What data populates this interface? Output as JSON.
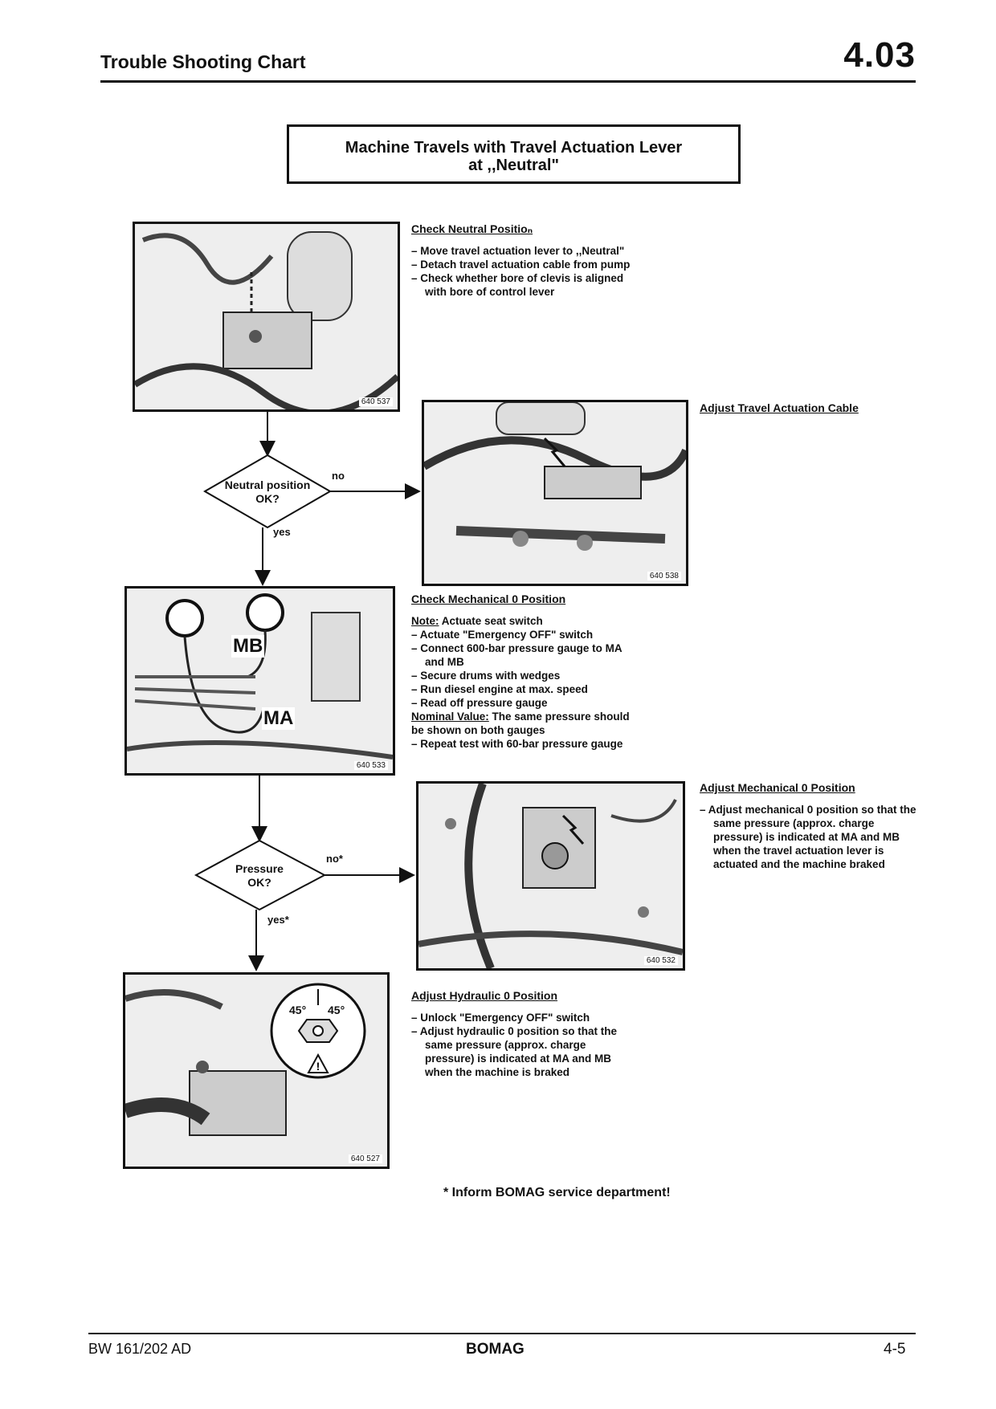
{
  "header": {
    "title": "Trouble Shooting Chart",
    "section_number": "4.03"
  },
  "chart_title": {
    "line1": "Machine Travels with Travel Actuation Lever",
    "line2": "at ,,Neutral\""
  },
  "photos": {
    "p1": "640 537",
    "p2": "640 538",
    "p3": "640 533",
    "p4": "640 532",
    "p5": "640 527"
  },
  "photo_labels": {
    "mb": "MB",
    "ma": "MA",
    "deg_left": "45°",
    "deg_right": "45°"
  },
  "check_neutral": {
    "title": "Check Neutral Positioₙ",
    "items": [
      "Move travel actuation lever to ,,Neutral\"",
      "Detach travel actuation cable from pump",
      "Check whether bore of clevis is aligned with bore of control lever"
    ]
  },
  "adjust_cable": {
    "title": "Adjust Travel Actuation Cable"
  },
  "decision1": {
    "line1": "Neutral position",
    "line2": "OK?",
    "no": "no",
    "yes": "yes"
  },
  "check_mech": {
    "title": "Check Mechanical 0 Position",
    "note_label": "Note:",
    "note_text": "Actuate seat switch",
    "items": [
      "Actuate \"Emergency OFF\" switch",
      "Connect 600-bar pressure gauge to MA and MB",
      "Secure drums with wedges",
      "Run diesel engine at max. speed",
      "Read off pressure gauge"
    ],
    "nominal_label": "Nominal Value:",
    "nominal_text": "The same pressure should be shown on both gauges",
    "items2": [
      "Repeat test with 60-bar pressure gauge"
    ]
  },
  "adjust_mech": {
    "title": "Adjust Mechanical 0 Position",
    "items": [
      "Adjust mechanical 0 position so that the same pressure (approx. charge pressure) is indicated at MA and MB when the travel actuation lever is actuated and the machine braked"
    ]
  },
  "decision2": {
    "line1": "Pressure",
    "line2": "OK?",
    "no": "no*",
    "yes": "yes*"
  },
  "adjust_hyd": {
    "title": "Adjust Hydraulic 0 Position",
    "items": [
      "Unlock \"Emergency OFF\" switch",
      "Adjust hydraulic 0 position so that the same pressure (approx. charge pressure) is indicated at MA and MB when the machine is braked"
    ]
  },
  "footnote": "* Inform BOMAG service department!",
  "footer": {
    "left": "BW 161/202 AD",
    "center": "BOMAG",
    "right": "4-5"
  }
}
